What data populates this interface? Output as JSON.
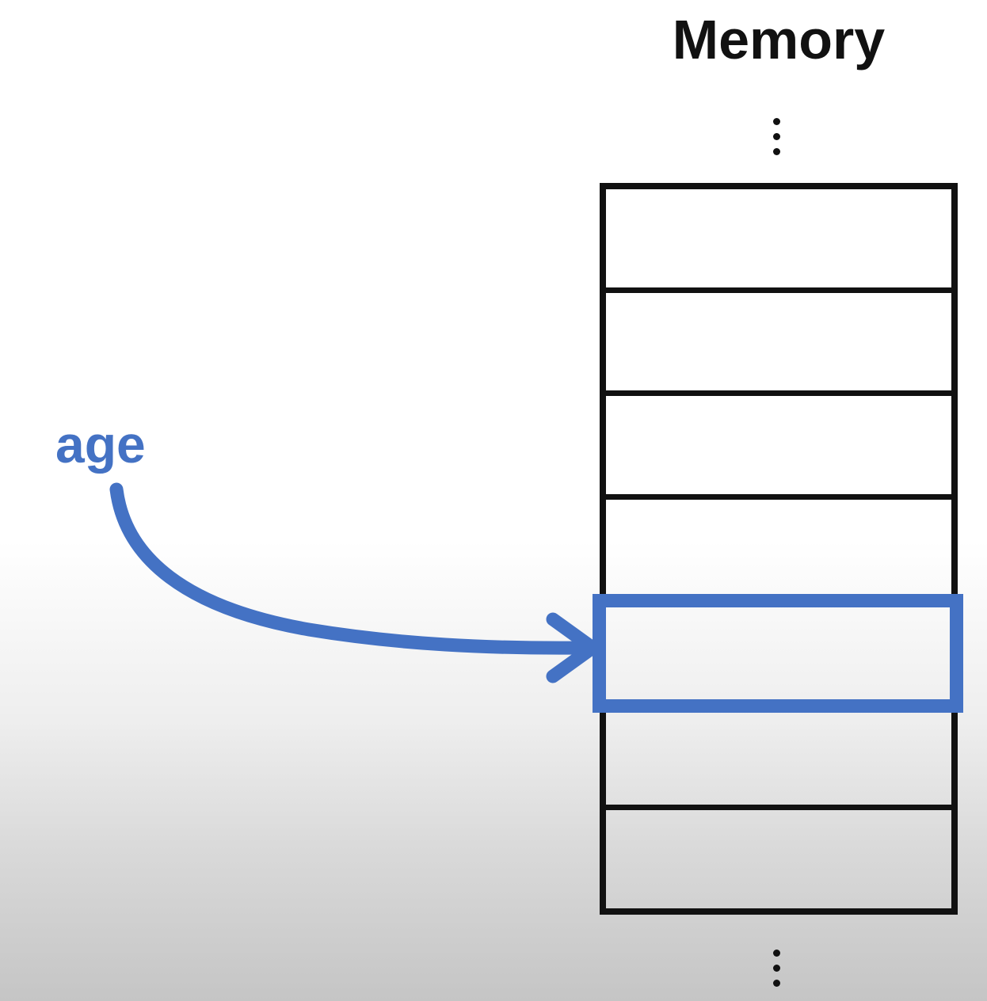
{
  "colors": {
    "accent_blue": "#4472C4",
    "line_black": "#111111"
  },
  "diagram": {
    "title": "Memory",
    "pointer_label": "age",
    "memory_column": {
      "cell_count": 7,
      "highlighted_cell_index": 4,
      "cell_values": [
        "",
        "",
        "",
        "",
        "",
        "",
        ""
      ]
    },
    "top_ellipsis": {
      "icon": "vertical-ellipsis-icon",
      "dot_count": 3
    },
    "bottom_ellipsis": {
      "icon": "vertical-ellipsis-icon",
      "dot_count": 3
    }
  }
}
